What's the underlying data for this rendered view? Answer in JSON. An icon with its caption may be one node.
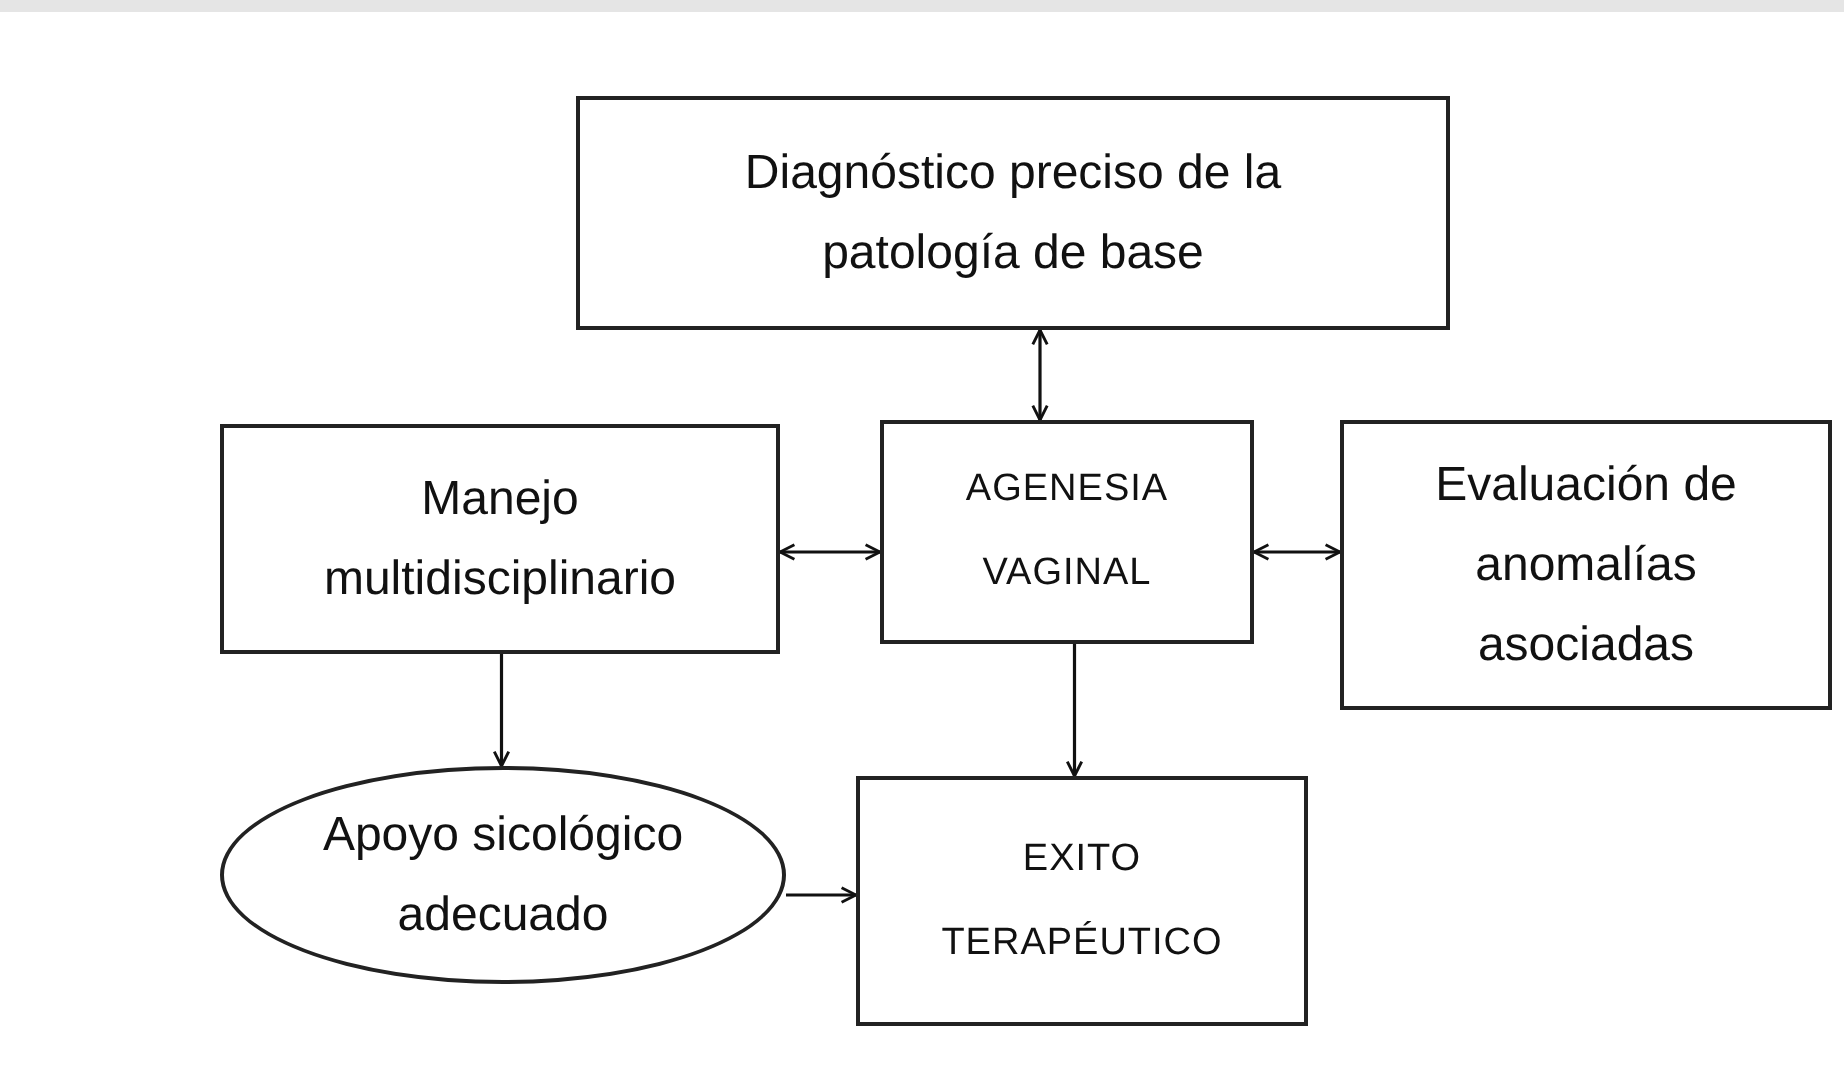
{
  "diagram": {
    "nodes": [
      {
        "text": [
          "Diagnóstico preciso de la patología de base"
        ]
      },
      {
        "text": [
          "Manejo multidisciplinario"
        ]
      },
      {
        "text": [
          "AGENESIA VAGINAL"
        ]
      },
      {
        "text": [
          "Evaluación de anomalías asociadas"
        ]
      },
      {
        "text": [
          "Apoyo sicológico adecuado"
        ]
      },
      {
        "text": [
          "EXITO TERAPÉUTICO"
        ]
      }
    ],
    "edges": [
      {
        "from": 0,
        "to": 2,
        "arrow": "both"
      },
      {
        "from": 1,
        "to": 2,
        "arrow": "both"
      },
      {
        "from": 2,
        "to": 3,
        "arrow": "both"
      },
      {
        "from": 1,
        "to": 4,
        "arrow": "to"
      },
      {
        "from": 2,
        "to": 5,
        "arrow": "to"
      },
      {
        "from": 4,
        "to": 5,
        "arrow": "to"
      }
    ]
  }
}
